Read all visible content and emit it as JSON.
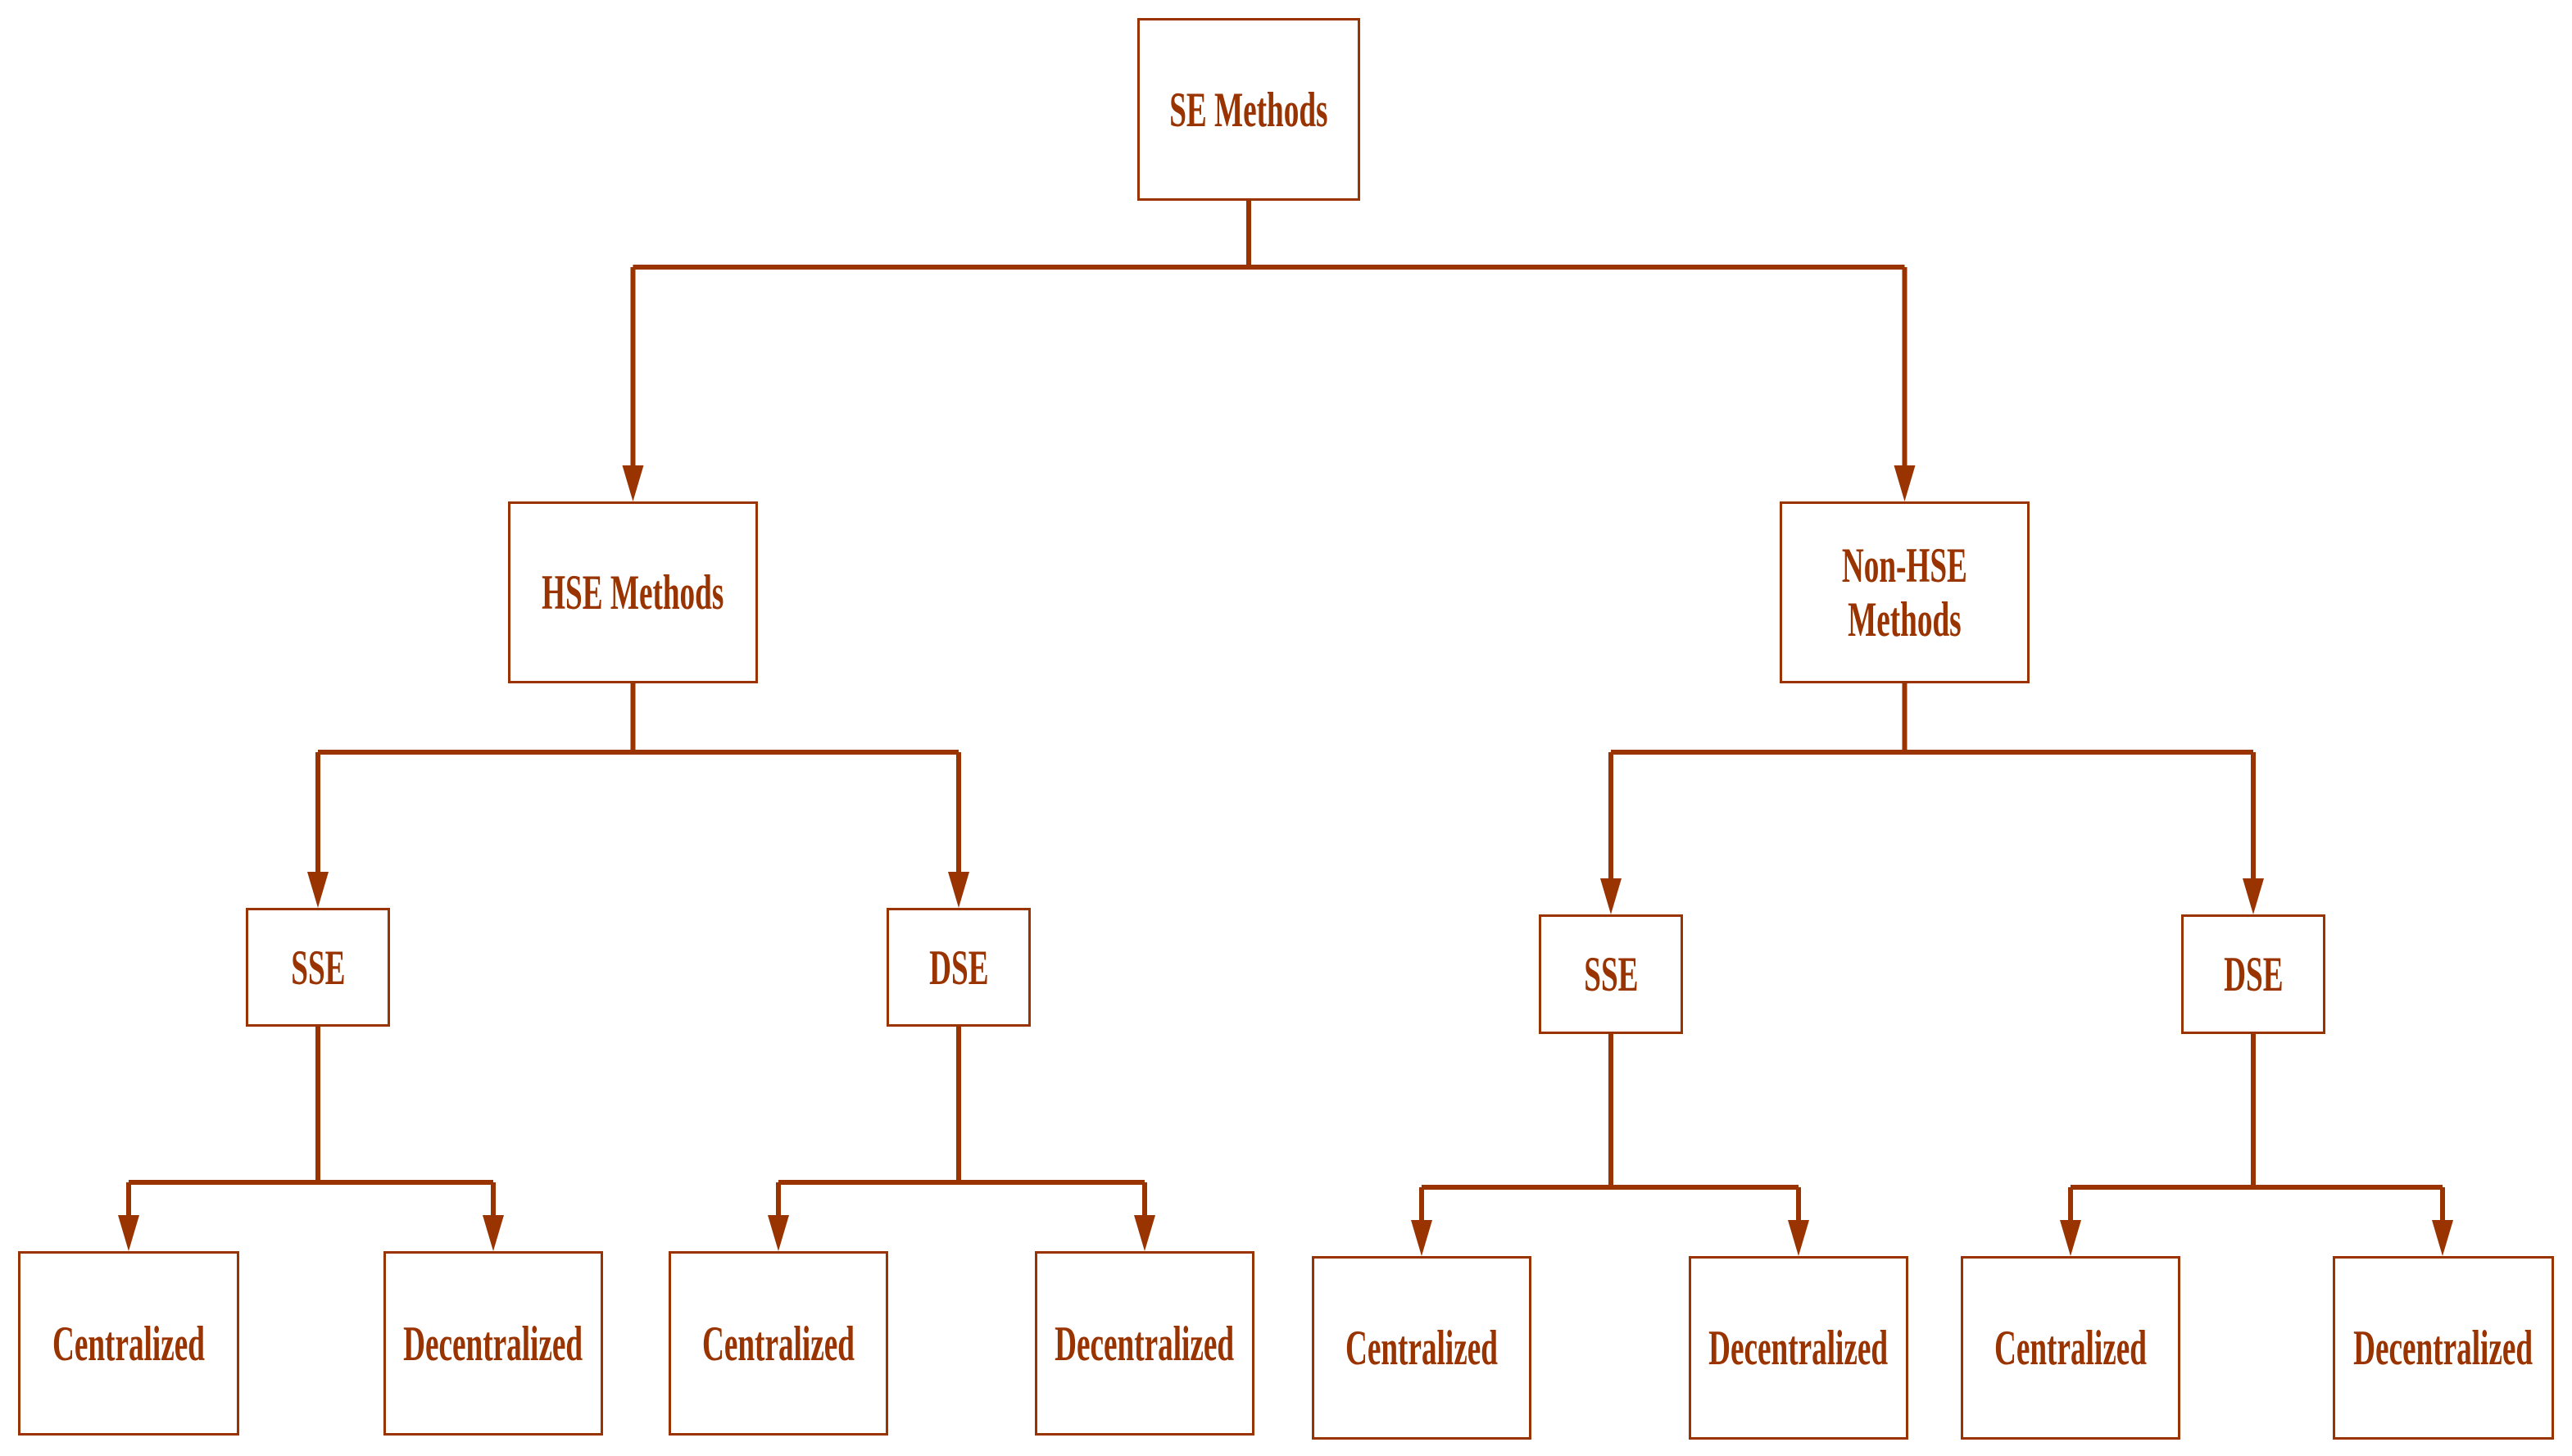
{
  "colors": {
    "accent": "#993300",
    "background": "#ffffff"
  },
  "tree": {
    "root": {
      "label": "SE Methods"
    },
    "hse": {
      "label": "HSE Methods"
    },
    "non_hse": {
      "line1": "Non-HSE",
      "line2": "Methods"
    },
    "hse_sse": {
      "label": "SSE"
    },
    "hse_dse": {
      "label": "DSE"
    },
    "non_hse_sse": {
      "label": "SSE"
    },
    "non_hse_dse": {
      "label": "DSE"
    },
    "hse_sse_centralized": {
      "label": "Centralized"
    },
    "hse_sse_decentralized": {
      "label": "Decentralized"
    },
    "hse_dse_centralized": {
      "label": "Centralized"
    },
    "hse_dse_decentralized": {
      "label": "Decentralized"
    },
    "non_hse_sse_centralized": {
      "label": "Centralized"
    },
    "non_hse_sse_decentralized": {
      "label": "Decentralized"
    },
    "non_hse_dse_centralized": {
      "label": "Centralized"
    },
    "non_hse_dse_decentralized": {
      "label": "Decentralized"
    }
  }
}
